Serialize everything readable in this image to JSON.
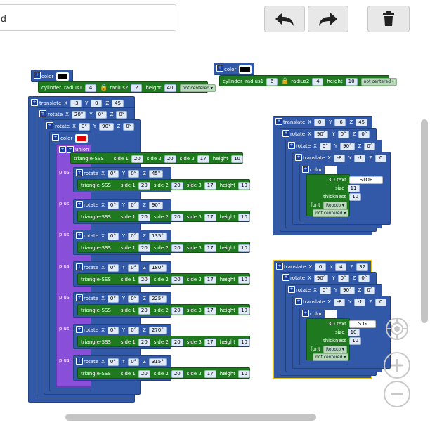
{
  "toolbar": {
    "name_value": "d",
    "undo_icon": "undo-arrow-icon",
    "redo_icon": "redo-arrow-icon",
    "delete_icon": "trash-icon"
  },
  "labels": {
    "color": "color",
    "cylinder": "cylinder",
    "radius1": "radius1",
    "radius2": "radius2",
    "height": "height",
    "not_centered": "not centered ▾",
    "translate": "translate",
    "rotate": "rotate",
    "X": "X",
    "Y": "Y",
    "Z": "Z",
    "union": "union",
    "plus": "plus",
    "triangle": "triangle-SSS",
    "side1": "side 1",
    "side2": "side 2",
    "side3": "side 3",
    "text3d": "3D text",
    "size": "size",
    "thickness": "thickness",
    "font": "font",
    "font_val": "Roboto ▾"
  },
  "colors": {
    "black": "#000000",
    "red": "#e00000",
    "white": "#ffffff"
  },
  "left_stack": {
    "cylinder": {
      "radius1": "4",
      "radius2": "2",
      "height": "40"
    },
    "translate": {
      "x": "-3",
      "y": "0",
      "z": "45"
    },
    "rotate1": {
      "x": "20°",
      "y": "0°",
      "z": "0°"
    },
    "rotate2": {
      "x": "0°",
      "y": "90°",
      "z": "0°"
    },
    "first_triangle": {
      "s1": "20",
      "s2": "20",
      "s3": "17",
      "h": "10"
    },
    "items": [
      {
        "z": "45°"
      },
      {
        "z": "90°"
      },
      {
        "z": "135°"
      },
      {
        "z": "180°"
      },
      {
        "z": "225°"
      },
      {
        "z": "270°"
      },
      {
        "z": "315°"
      }
    ],
    "item_common": {
      "x": "0°",
      "y": "0°",
      "s1": "20",
      "s2": "20",
      "s3": "17",
      "h": "10"
    }
  },
  "right_top": {
    "cylinder": {
      "radius1": "6",
      "radius2": "4",
      "height": "10"
    },
    "translate": {
      "x": "0",
      "y": "-6",
      "z": "45"
    },
    "rotate1": {
      "x": "90°",
      "y": "0°",
      "z": "0°"
    },
    "rotate2": {
      "x": "0°",
      "y": "90°",
      "z": "0°"
    },
    "translate2": {
      "x": "-8",
      "y": "-1",
      "z": "0"
    },
    "text": {
      "value": "STOP",
      "size": "11",
      "thickness": "10"
    }
  },
  "right_bottom": {
    "translate": {
      "x": "0",
      "y": "4",
      "z": "32"
    },
    "rotate1": {
      "x": "90°",
      "y": "0°",
      "z": "0°"
    },
    "rotate2": {
      "x": "0°",
      "y": "90°",
      "z": "0°"
    },
    "translate2": {
      "x": "-8",
      "y": "-1",
      "z": "0"
    },
    "text": {
      "value": "S.G",
      "size": "10",
      "thickness": "10"
    }
  }
}
